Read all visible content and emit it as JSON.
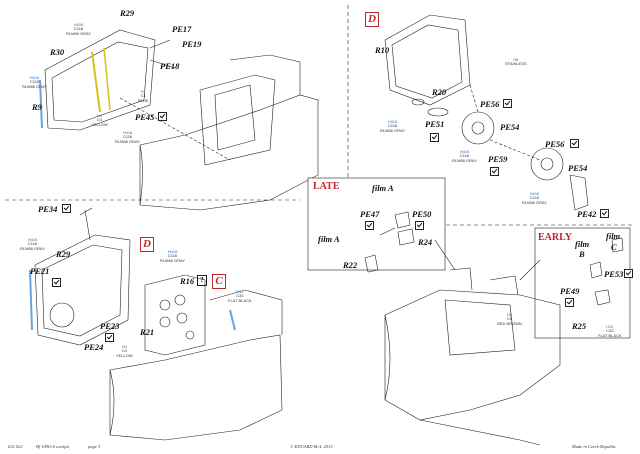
{
  "footer": {
    "product_code": "632 022",
    "product_name": "Bf 109G-6 cockpit",
    "page": "page 3",
    "copyright": "© EDUARD   M.A. 2013",
    "made_in": "Made in Czech Republic"
  },
  "sections": {
    "d_top": "D",
    "d_bottom": "D",
    "c": "C",
    "late": "LATE",
    "early": "EARLY"
  },
  "labels": {
    "r29": "R29",
    "pe17": "PE17",
    "pe19": "PE19",
    "r30": "R30",
    "pe18": "PE18",
    "r9": "R9",
    "pe45": "PE45",
    "r10": "R10",
    "r20": "R20",
    "pe56a": "PE56",
    "pe51": "PE51",
    "pe54a": "PE54",
    "pe56b": "PE56",
    "pe59": "PE59",
    "pe54b": "PE54",
    "pe42": "PE42",
    "pe34": "PE34",
    "r29b": "R29",
    "pe21": "PE21",
    "r16": "R16",
    "pe23": "PE23",
    "r21": "R21",
    "pe24": "PE24",
    "film_a1": "film A",
    "pe47": "PE47",
    "pe50": "PE50",
    "film_a2": "film A",
    "r24": "R24",
    "r22": "R22",
    "film_b1": "film",
    "film_b1b": "B",
    "film_b2": "film",
    "film_b2b": "C",
    "pe53": "PE53",
    "pe49": "PE49",
    "r25": "R25"
  },
  "paints": {
    "p1": {
      "code": "H416",
      "c": "C116",
      "name": "RLM66 GRAY"
    },
    "p2": {
      "code": "H416",
      "c": "C116",
      "name": "RLM66 GRAY"
    },
    "p3": {
      "code": "H4",
      "c": "C4",
      "name": "YELLOW"
    },
    "p4": {
      "code": "H416",
      "c": "C116",
      "name": "RLM66 GRAY"
    },
    "p5": {
      "code": "H1",
      "c": "C1",
      "name": "BLUE"
    },
    "p6": {
      "code": "H8",
      "c": "",
      "name": "STAINLESS"
    },
    "p7": {
      "code": "H416",
      "c": "C116",
      "name": "RLM66 GRAY"
    },
    "p8": {
      "code": "H416",
      "c": "C116",
      "name": "RLM66 GRAY"
    },
    "p9": {
      "code": "H416",
      "c": "C116",
      "name": "RLM66 GRAY"
    },
    "p10": {
      "code": "H416",
      "c": "C116",
      "name": "RLM66 GRAY"
    },
    "p11": {
      "code": "H416",
      "c": "C116",
      "name": "RLM66 GRAY"
    },
    "p12": {
      "code": "H12",
      "c": "C33",
      "name": "FLAT BLACK"
    },
    "p13": {
      "code": "H4",
      "c": "C4",
      "name": "YELLOW"
    },
    "p14": {
      "code": "H8",
      "c": "C8",
      "name": "RED BROWN"
    },
    "p15": {
      "code": "H12",
      "c": "C33",
      "name": "FLAT BLACK"
    }
  },
  "colors": {
    "accent_red": "#c0262d",
    "paint_blue": "#2a6db5",
    "line": "#222222"
  }
}
